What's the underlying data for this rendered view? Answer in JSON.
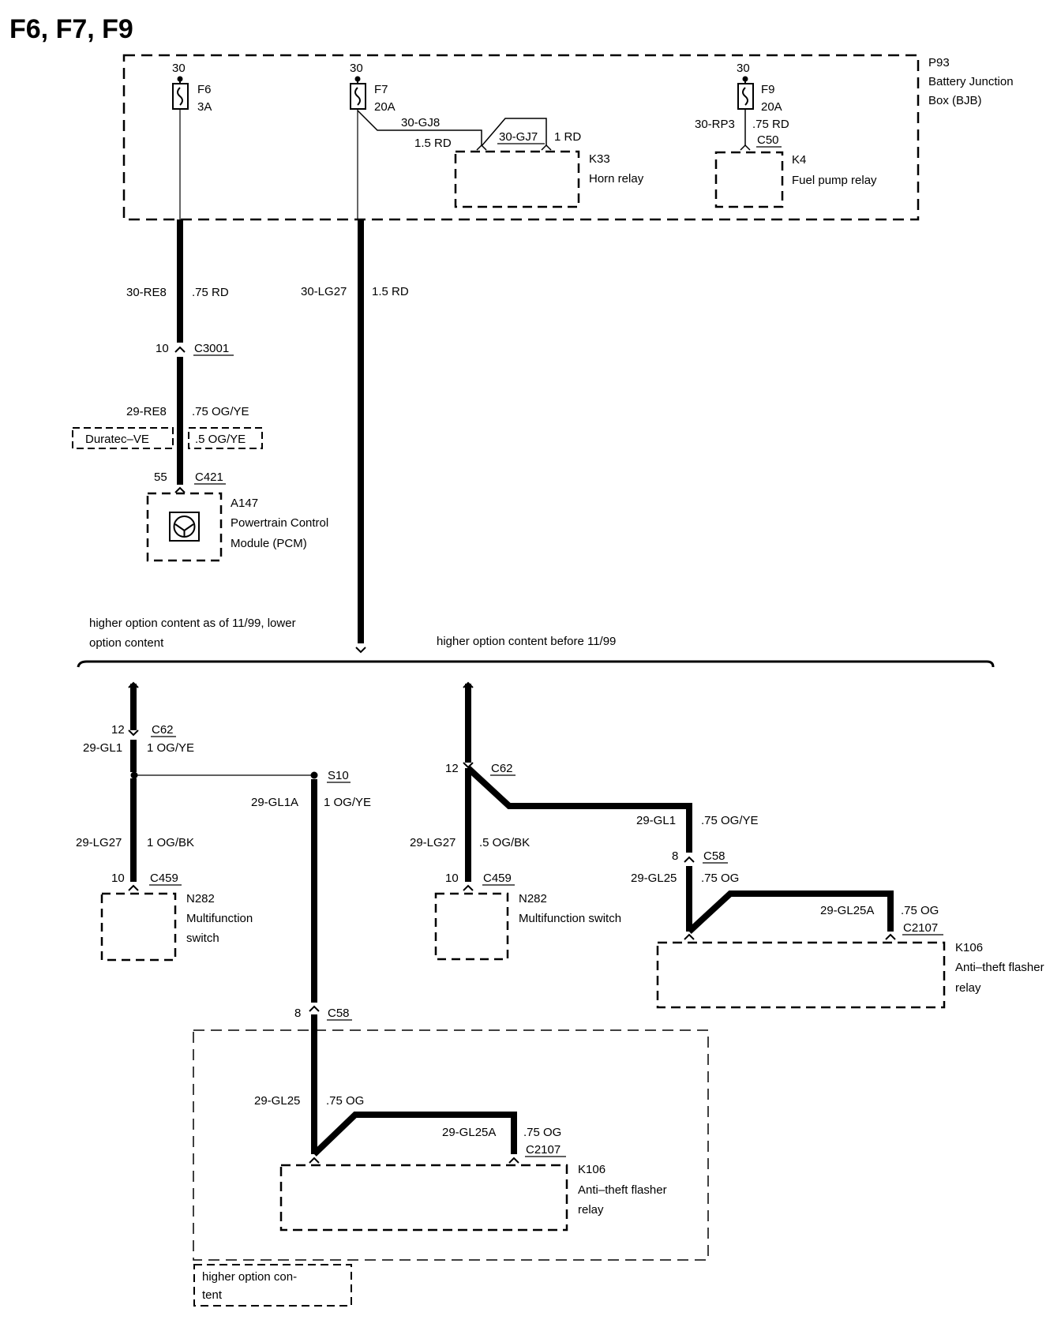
{
  "title": "F6, F7, F9",
  "bjb": {
    "id": "P93",
    "name_line1": "Battery Junction",
    "name_line2": "Box (BJB)"
  },
  "fuses": [
    {
      "pin": "30",
      "id": "F6",
      "rating": "3A"
    },
    {
      "pin": "30",
      "id": "F7",
      "rating": "20A"
    },
    {
      "pin": "30",
      "id": "F9",
      "rating": "20A"
    }
  ],
  "f7_branch": {
    "wire": "30-GJ8",
    "size": "1.5 RD",
    "wire2": "30-GJ7",
    "size2": "1 RD"
  },
  "f9_branch": {
    "wire": "30-RP3",
    "size": ".75 RD",
    "connector": "C50"
  },
  "k33": {
    "id": "K33",
    "name": "Horn relay"
  },
  "k4": {
    "id": "K4",
    "name": "Fuel pump relay"
  },
  "wire_re8": {
    "wire": "30-RE8",
    "size": ".75 RD"
  },
  "wire_lg27_top": {
    "wire": "30-LG27",
    "size": "1.5 RD"
  },
  "c3001": {
    "pin": "10",
    "connector": "C3001"
  },
  "wire_29re8": {
    "wire": "29-RE8",
    "size": ".75 OG/YE"
  },
  "variant_left": "Duratec–VE",
  "variant_right": ".5 OG/YE",
  "c421": {
    "pin": "55",
    "connector": "C421"
  },
  "pcm": {
    "id": "A147",
    "line1": "Powertrain Control",
    "line2": "Module (PCM)"
  },
  "split_left_line1": "higher option content as of 11/99, lower",
  "split_left_line2": "option content",
  "split_right": "higher option content before 11/99",
  "left_c62": {
    "pin": "12",
    "connector": "C62",
    "wire": "29-GL1",
    "size": "1 OG/YE"
  },
  "s10": {
    "id": "S10",
    "wire": "29-GL1A",
    "size": "1 OG/YE"
  },
  "left_lg27": {
    "wire": "29-LG27",
    "size": "1 OG/BK"
  },
  "left_c459": {
    "pin": "10",
    "connector": "C459"
  },
  "left_n282": {
    "id": "N282",
    "line1": "Multifunction",
    "line2": "switch"
  },
  "left_c58": {
    "pin": "8",
    "connector": "C58"
  },
  "left_gl25": {
    "wire": "29-GL25",
    "size": ".75 OG"
  },
  "left_gl25a": {
    "wire": "29-GL25A",
    "size": ".75 OG",
    "connector": "C2107"
  },
  "left_k106": {
    "id": "K106",
    "line1": "Anti–theft flasher",
    "line2": "relay"
  },
  "higher_option_line1": "higher option con-",
  "higher_option_line2": "tent",
  "right_c62": {
    "pin": "12",
    "connector": "C62"
  },
  "right_lg27": {
    "wire": "29-LG27",
    "size": ".5 OG/BK"
  },
  "right_c459": {
    "pin": "10",
    "connector": "C459"
  },
  "right_n282": {
    "id": "N282",
    "name": "Multifunction switch"
  },
  "right_gl1": {
    "wire": "29-GL1",
    "size": ".75 OG/YE"
  },
  "right_c58": {
    "pin": "8",
    "connector": "C58"
  },
  "right_gl25": {
    "wire": "29-GL25",
    "size": ".75 OG"
  },
  "right_gl25a": {
    "wire": "29-GL25A",
    "size": ".75 OG",
    "connector": "C2107"
  },
  "right_k106": {
    "id": "K106",
    "line1": "Anti–theft flasher",
    "line2": "relay"
  }
}
